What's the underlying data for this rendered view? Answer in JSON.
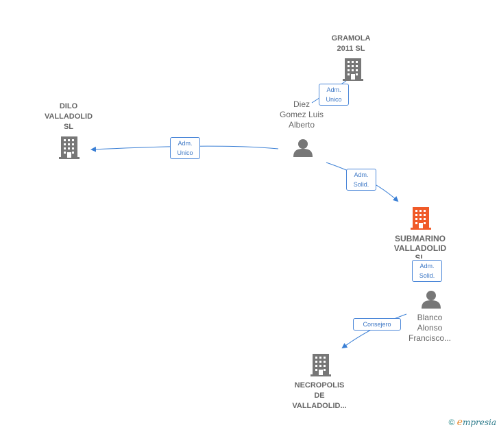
{
  "nodes": {
    "gramola": {
      "line1": "GRAMOLA",
      "line2": "2011 SL"
    },
    "dilo": {
      "line1": "DILO",
      "line2": "VALLADOLID",
      "line3": "SL"
    },
    "diez": {
      "line1": "Diez",
      "line2": "Gomez Luis",
      "line3": "Alberto"
    },
    "submarino": {
      "line1": "SUBMARINO",
      "line2": "VALLADOLID",
      "line3": "SL"
    },
    "blanco": {
      "line1": "Blanco",
      "line2": "Alonso",
      "line3": "Francisco..."
    },
    "necropolis": {
      "line1": "NECROPOLIS",
      "line2": "DE",
      "line3": "VALLADOLID..."
    }
  },
  "edges": {
    "gramola_rel": {
      "line1": "Adm.",
      "line2": "Unico"
    },
    "dilo_rel": {
      "line1": "Adm.",
      "line2": "Unico"
    },
    "submarino_rel": {
      "line1": "Adm.",
      "line2": "Solid."
    },
    "blanco_rel": {
      "line1": "Adm.",
      "line2": "Solid."
    },
    "necropolis_rel": {
      "line1": "Consejero"
    }
  },
  "colors": {
    "edge": "#3a7fd5",
    "building": "#777777",
    "building_main": "#f05a28",
    "person": "#777777"
  },
  "watermark": {
    "copyright": "©",
    "brand_e": "e",
    "brand_rest": "mpresia"
  }
}
